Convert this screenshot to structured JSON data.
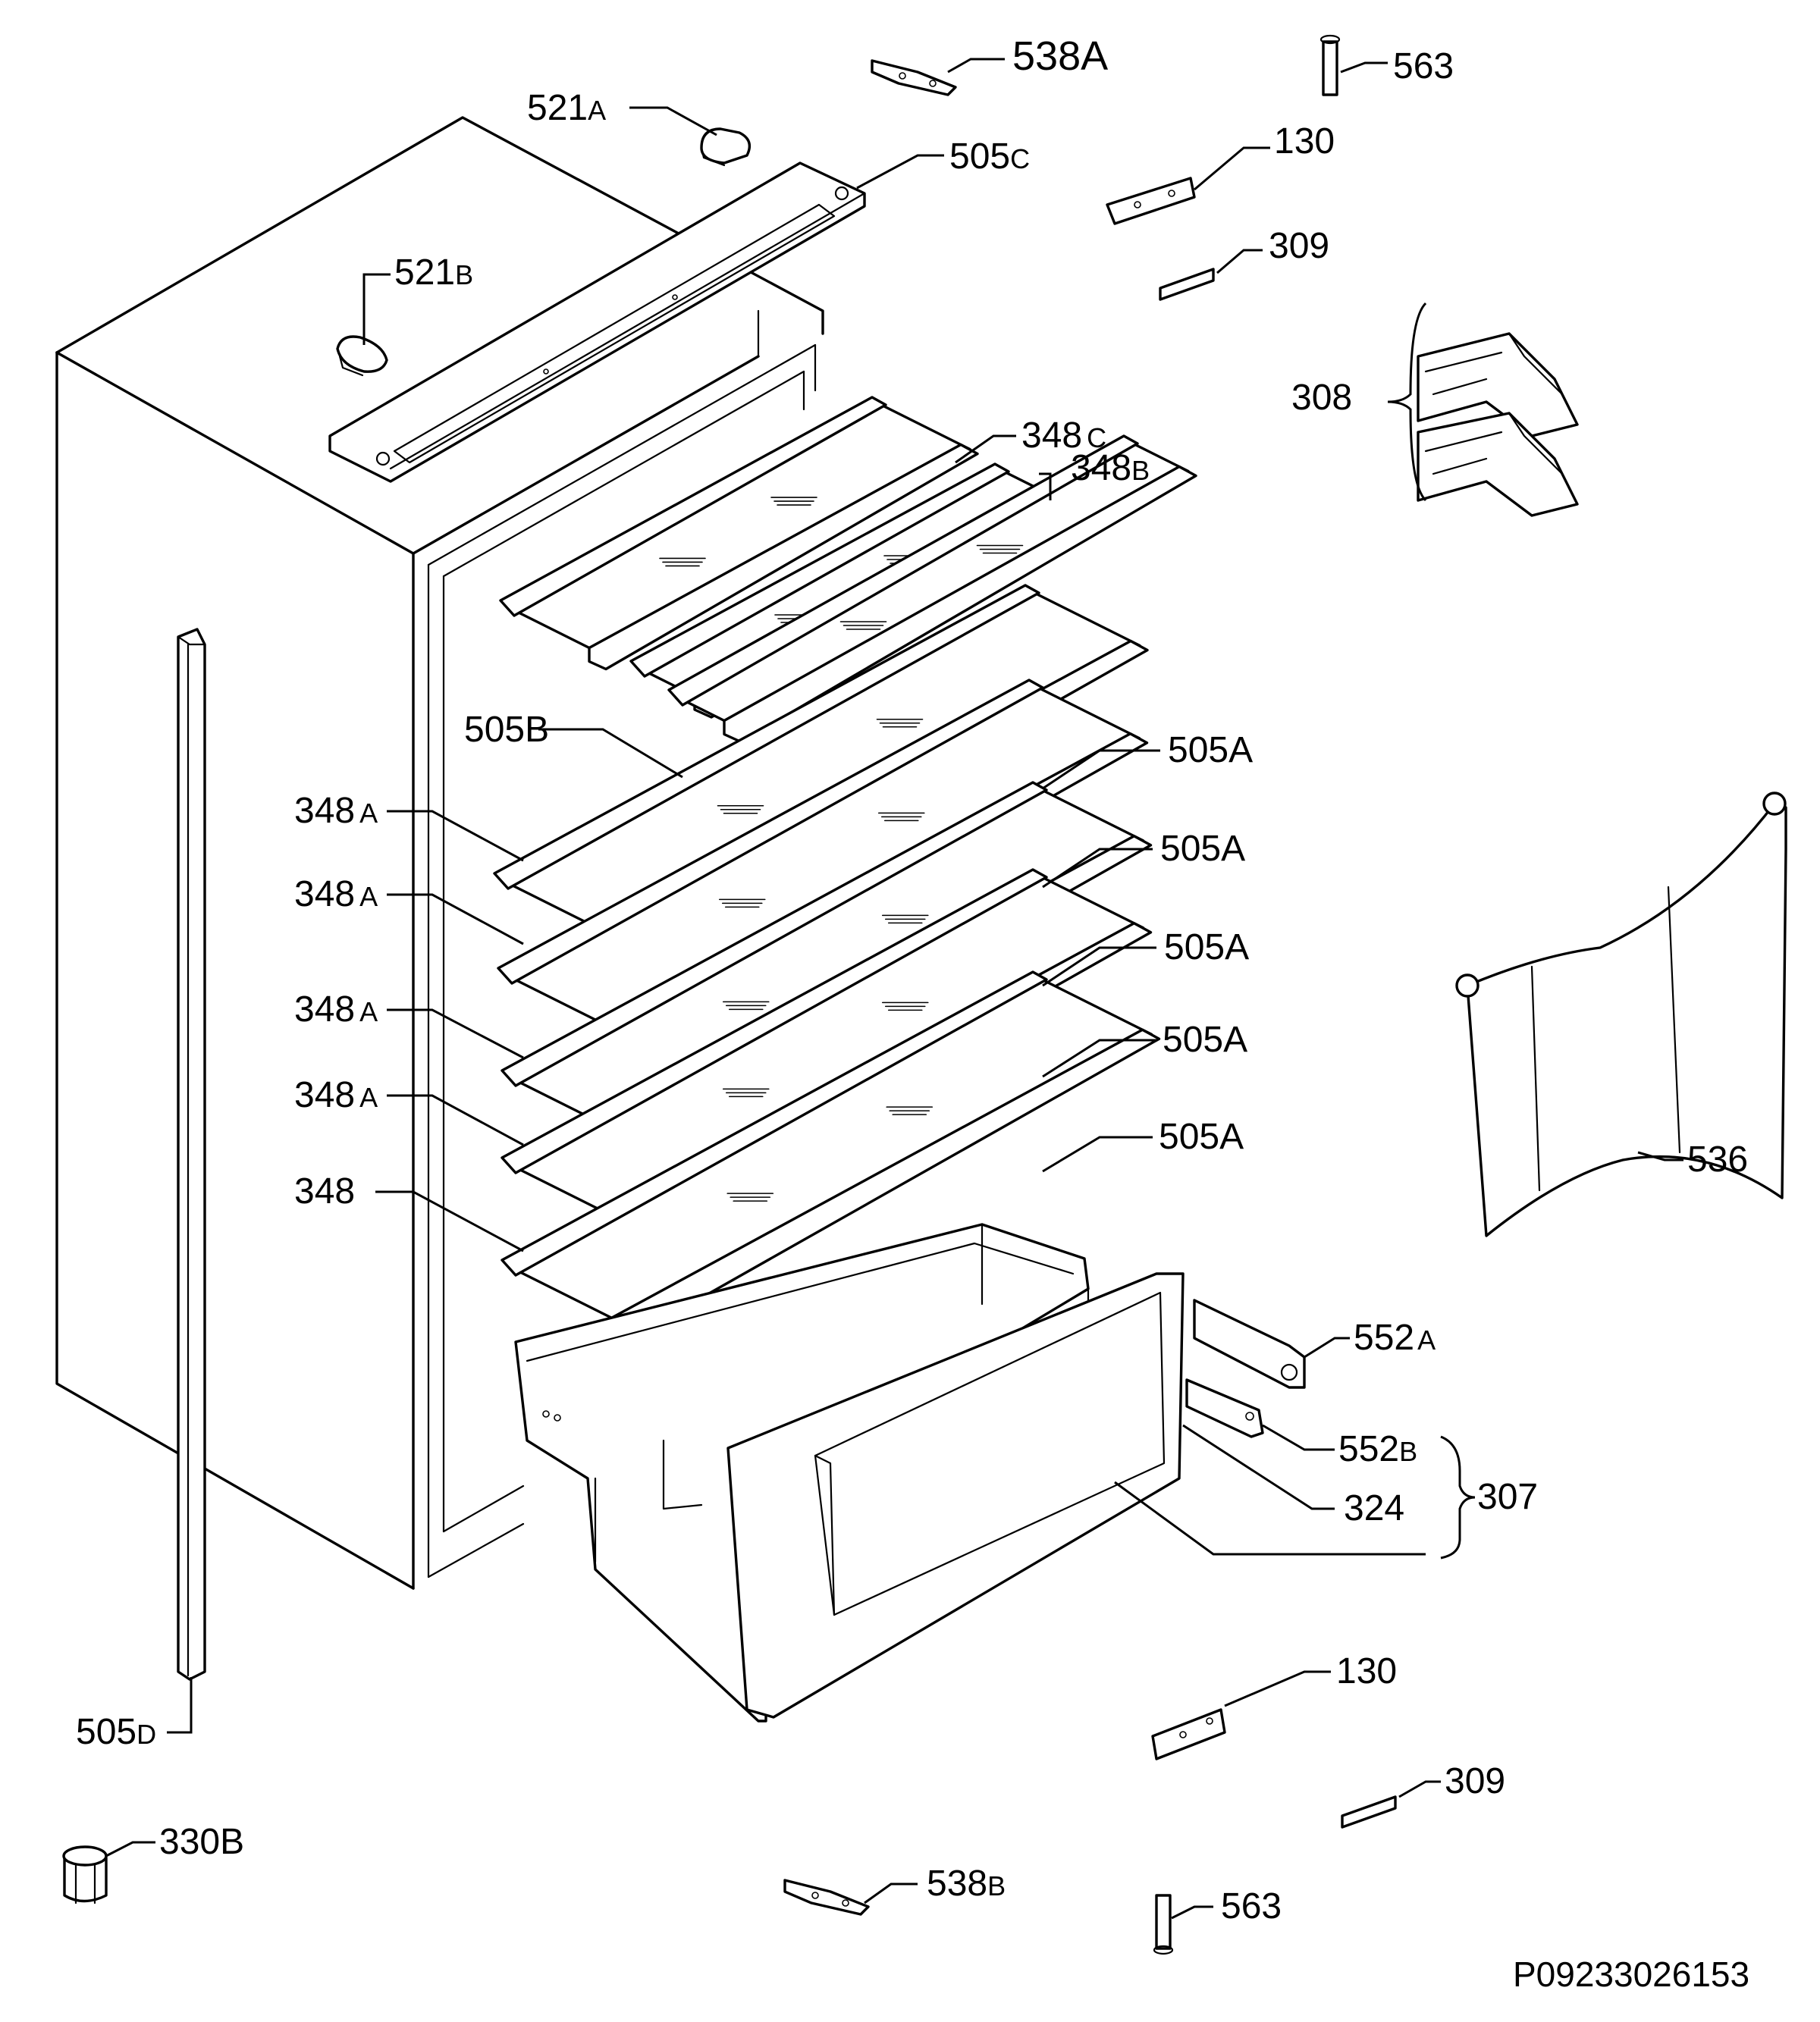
{
  "drawing_code": "P09233026153",
  "labels": {
    "l538A": "538A",
    "l563_top": "563",
    "l521A": {
      "num": "521",
      "sfx": "A"
    },
    "l505C": {
      "num": "505",
      "sfx": "C"
    },
    "l130_top": "130",
    "l309_top": "309",
    "l521B": {
      "num": "521",
      "sfx": "B"
    },
    "l308": "308",
    "l348C": {
      "num": "348",
      "sfx": "C"
    },
    "l348B": {
      "num": "348",
      "sfx": "B"
    },
    "l505B": "505B",
    "l505A_1": "505A",
    "l505A_2": "505A",
    "l505A_3": "505A",
    "l505A_4": "505A",
    "l505A_5": "505A",
    "l348A_1": {
      "num": "348",
      "sfx": "A"
    },
    "l348A_2": {
      "num": "348",
      "sfx": "A"
    },
    "l348A_3": {
      "num": "348",
      "sfx": "A"
    },
    "l348A_4": {
      "num": "348",
      "sfx": "A"
    },
    "l348": "348",
    "l536": "536",
    "l552A": {
      "num": "552",
      "sfx": "A"
    },
    "l552B": {
      "num": "552",
      "sfx": "B"
    },
    "l324": "324",
    "l307": "307",
    "l505D": {
      "num": "505",
      "sfx": "D"
    },
    "l130_bot": "130",
    "l309_bot": "309",
    "l330B": "330B",
    "l538B": {
      "num": "538",
      "sfx": "B"
    },
    "l563_bot": "563"
  }
}
